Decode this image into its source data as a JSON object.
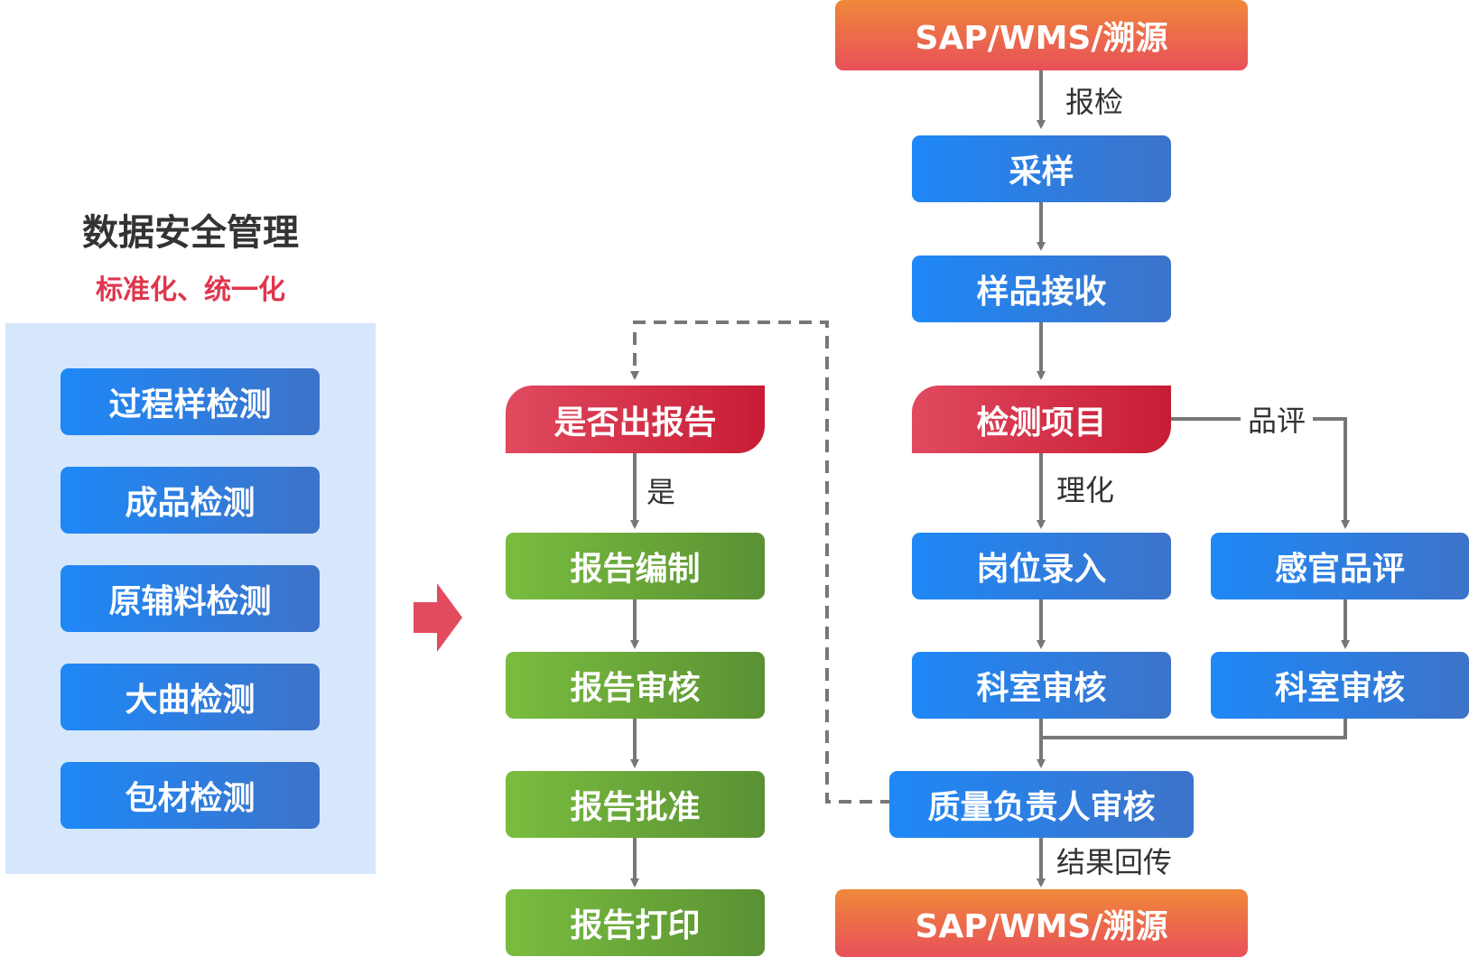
{
  "left_panel": {
    "title": "数据安全管理",
    "subtitle": "标准化、统一化",
    "items": [
      {
        "label": "过程样检测"
      },
      {
        "label": "成品检测"
      },
      {
        "label": "原辅料检测"
      },
      {
        "label": "大曲检测"
      },
      {
        "label": "包材检测"
      }
    ]
  },
  "flow": {
    "source_top": "SAP/WMS/溯源",
    "sampling": "采样",
    "sample_receive": "样品接收",
    "test_items": "检测项目",
    "post_entry": "岗位录入",
    "sensory_eval": "感官品评",
    "lab_review_left": "科室审核",
    "lab_review_right": "科室审核",
    "quality_review": "质量负责人审核",
    "source_bottom": "SAP/WMS/溯源",
    "report_decision": "是否出报告",
    "report_compile": "报告编制",
    "report_review": "报告审核",
    "report_approve": "报告批准",
    "report_print": "报告打印"
  },
  "edge_labels": {
    "inspect": "报检",
    "physicochemical": "理化",
    "tasting": "品评",
    "yes": "是",
    "result_return": "结果回传"
  },
  "colors": {
    "blue_start": "#1e88f7",
    "blue_end": "#3d73c9",
    "green_start": "#79bd3f",
    "green_end": "#5a9133",
    "orange_top": "#f0883a",
    "orange_bottom": "#e8505a",
    "red_start": "#e04a5f",
    "red_end": "#c81c35",
    "panel_bg": "#d6e7fb",
    "arrow_gray": "#777777",
    "accent_arrow": "#e24a5e",
    "subtitle_red": "#e0364e"
  }
}
